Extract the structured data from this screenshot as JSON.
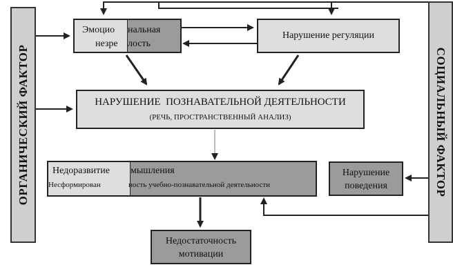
{
  "left_factor": "ОРГАНИЧЕСКИЙ ФАКТОР",
  "right_factor": "СОЦИАЛЬНЫЙ ФАКТОР",
  "emotional": {
    "part1_line1": "Эмоцио",
    "part2_line1": "нальная",
    "part1_line2": "незре",
    "part2_line2": "лость"
  },
  "regulation": "Нарушение регуляции",
  "cognitive": {
    "title": "НАРУШЕНИЕ  ПОЗНАВАТЕЛЬНОЙ ДЕЯТЕЛЬНОСТИ",
    "subtitle": "(РЕЧЬ, ПРОСТРАНСТВЕННЫЙ АНАЛИЗ)"
  },
  "thinking": {
    "line1_a": "Недоразвитие",
    "line1_b": "мышления",
    "line2_a": "Несформирован",
    "line2_b": "ность учебно-познавательной деятельности"
  },
  "behavior": {
    "line1": "Нарушение",
    "line2": "поведения"
  },
  "motivation": {
    "line1": "Недостаточность",
    "line2": "мотивации"
  },
  "colors": {
    "light_fill": "#dedede",
    "dark_fill": "#9b9b9b",
    "pillar_fill": "#cfcfcf",
    "line": "#222222"
  }
}
